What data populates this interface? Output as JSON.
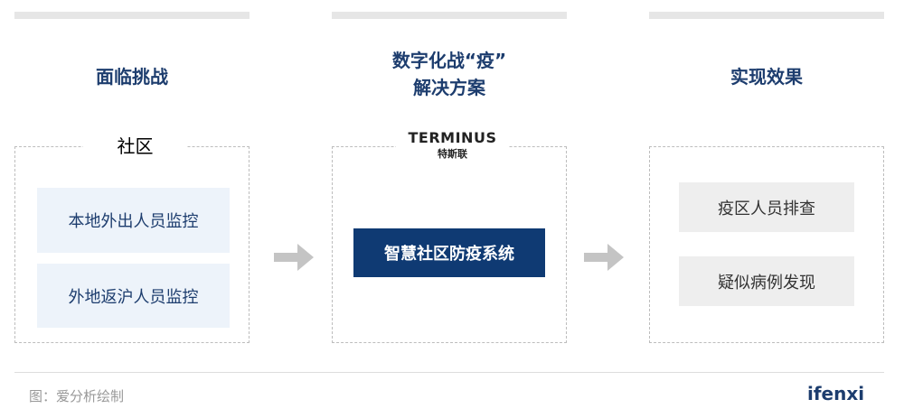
{
  "columns": [
    {
      "title": "面临挑战",
      "box_label": "社区",
      "items": [
        "本地外出人员监控",
        "外地返沪人员监控"
      ]
    },
    {
      "title_lines": [
        "数字化战“疫”",
        "解决方案"
      ],
      "brand": "TERMINUS",
      "brand_cn": "特斯联",
      "system": "智慧社区防疫系统"
    },
    {
      "title": "实现效果",
      "items": [
        "疫区人员排查",
        "疑似病例发现"
      ]
    }
  ],
  "footer": {
    "source": "图：爱分析绘制",
    "logo": "ifenxi"
  },
  "colors": {
    "navy": "#0f3a73",
    "title": "#1d3d6e"
  }
}
